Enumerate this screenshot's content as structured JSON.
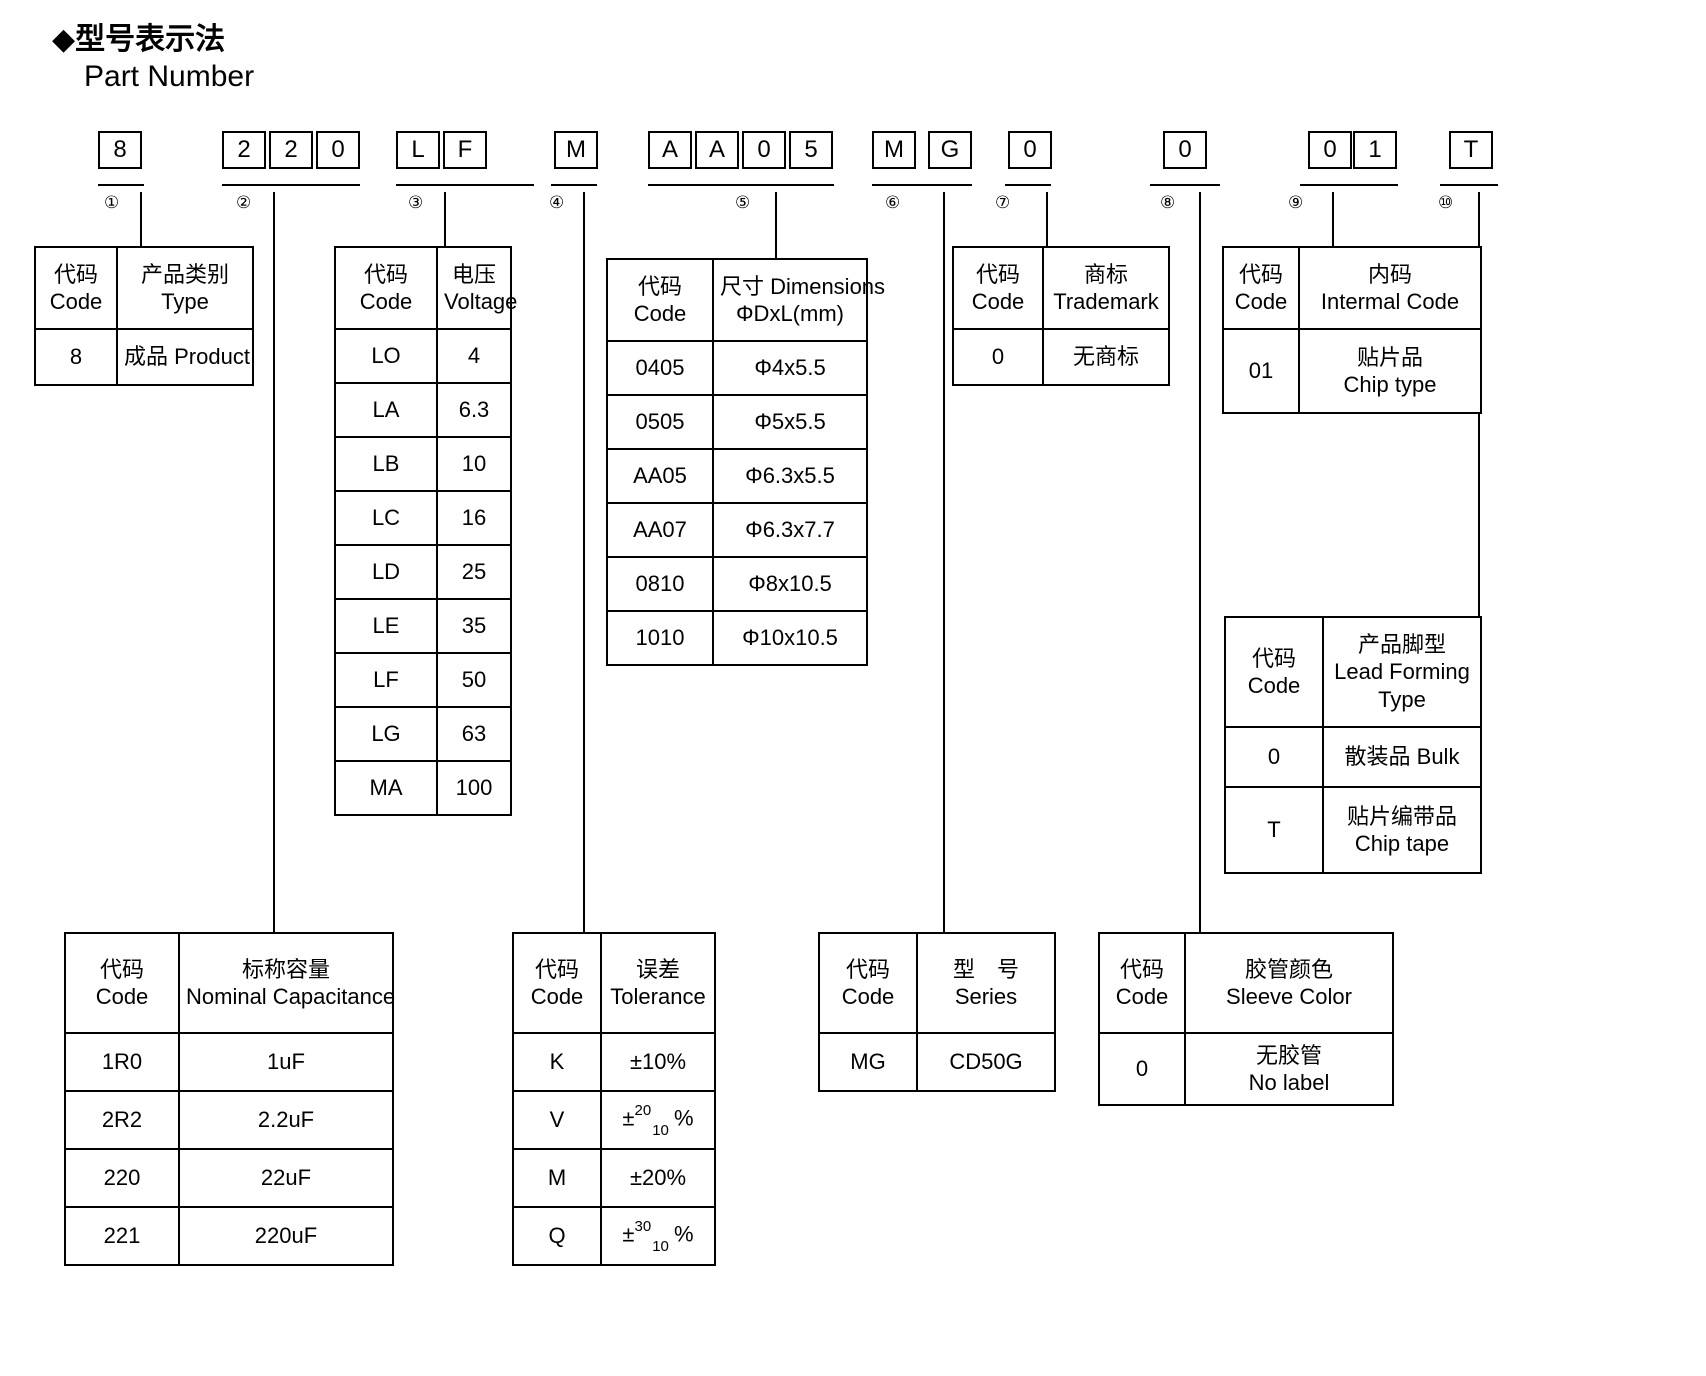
{
  "heading": {
    "cn": "◆型号表示法",
    "en": "Part Number"
  },
  "part_number": {
    "groups": [
      {
        "index": "①",
        "chars": [
          "8"
        ]
      },
      {
        "index": "②",
        "chars": [
          "2",
          "2",
          "0"
        ]
      },
      {
        "index": "③",
        "chars": [
          "L",
          "F"
        ]
      },
      {
        "index": "④",
        "chars": [
          "M"
        ]
      },
      {
        "index": "⑤",
        "chars": [
          "A",
          "A",
          "0",
          "5"
        ]
      },
      {
        "index": "⑥",
        "chars": [
          "M",
          "G"
        ]
      },
      {
        "index": "⑦",
        "chars": [
          "0"
        ]
      },
      {
        "index": "⑧",
        "chars": [
          "0"
        ]
      },
      {
        "index": "⑨",
        "chars": [
          "0",
          "1"
        ]
      },
      {
        "index": "⑩",
        "chars": [
          "T"
        ]
      }
    ]
  },
  "tables": {
    "type": {
      "header": {
        "code_cn": "代码",
        "code_en": "Code",
        "label_cn": "产品类别",
        "label_en": "Type"
      },
      "rows": [
        {
          "code": "8",
          "value": "成品 Product"
        }
      ]
    },
    "voltage": {
      "header": {
        "code_cn": "代码",
        "code_en": "Code",
        "label_cn": "电压",
        "label_en": "Voltage"
      },
      "rows": [
        {
          "code": "LO",
          "value": "4"
        },
        {
          "code": "LA",
          "value": "6.3"
        },
        {
          "code": "LB",
          "value": "10"
        },
        {
          "code": "LC",
          "value": "16"
        },
        {
          "code": "LD",
          "value": "25"
        },
        {
          "code": "LE",
          "value": "35"
        },
        {
          "code": "LF",
          "value": "50"
        },
        {
          "code": "LG",
          "value": "63"
        },
        {
          "code": "MA",
          "value": "100"
        }
      ]
    },
    "dimensions": {
      "header": {
        "code_cn": "代码",
        "code_en": "Code",
        "label_cn": "尺寸 Dimensions",
        "label_en": "ΦDxL(mm)"
      },
      "rows": [
        {
          "code": "0405",
          "value": "Φ4x5.5"
        },
        {
          "code": "0505",
          "value": "Φ5x5.5"
        },
        {
          "code": "AA05",
          "value": "Φ6.3x5.5"
        },
        {
          "code": "AA07",
          "value": "Φ6.3x7.7"
        },
        {
          "code": "0810",
          "value": "Φ8x10.5"
        },
        {
          "code": "1010",
          "value": "Φ10x10.5"
        }
      ]
    },
    "trademark": {
      "header": {
        "code_cn": "代码",
        "code_en": "Code",
        "label_cn": "商标",
        "label_en": "Trademark"
      },
      "rows": [
        {
          "code": "0",
          "value": "无商标"
        }
      ]
    },
    "internal_code": {
      "header": {
        "code_cn": "代码",
        "code_en": "Code",
        "label_cn": "内码",
        "label_en": "Intermal Code"
      },
      "rows": [
        {
          "code": "01",
          "value_cn": "贴片品",
          "value_en": "Chip type"
        }
      ]
    },
    "lead_forming": {
      "header": {
        "code_cn": "代码",
        "code_en": "Code",
        "label_cn": "产品脚型",
        "label_en1": "Lead Forming",
        "label_en2": "Type"
      },
      "rows": [
        {
          "code": "0",
          "value_cn": "散装品 Bulk",
          "value_en": ""
        },
        {
          "code": "T",
          "value_cn": "贴片编带品",
          "value_en": "Chip tape"
        }
      ]
    },
    "capacitance": {
      "header": {
        "code_cn": "代码",
        "code_en": "Code",
        "label_cn": "标称容量",
        "label_en": "Nominal Capacitance"
      },
      "rows": [
        {
          "code": "1R0",
          "value": "1uF"
        },
        {
          "code": "2R2",
          "value": "2.2uF"
        },
        {
          "code": "220",
          "value": "22uF"
        },
        {
          "code": "221",
          "value": "220uF"
        }
      ]
    },
    "tolerance": {
      "header": {
        "code_cn": "代码",
        "code_en": "Code",
        "label_cn": "误差",
        "label_en": "Tolerance"
      },
      "rows": [
        {
          "code": "K",
          "value": "±10%",
          "sup": "",
          "sub": "",
          "suffix": ""
        },
        {
          "code": "V",
          "value": "",
          "sup": "20",
          "sub": "10",
          "suffix": "%"
        },
        {
          "code": "M",
          "value": "±20%",
          "sup": "",
          "sub": "",
          "suffix": ""
        },
        {
          "code": "Q",
          "value": "",
          "sup": "30",
          "sub": "10",
          "suffix": "%"
        }
      ]
    },
    "series": {
      "header": {
        "code_cn": "代码",
        "code_en": "Code",
        "label_cn": "型　号",
        "label_en": "Series"
      },
      "rows": [
        {
          "code": "MG",
          "value": "CD50G"
        }
      ]
    },
    "sleeve_color": {
      "header": {
        "code_cn": "代码",
        "code_en": "Code",
        "label_cn": "胶管颜色",
        "label_en": "Sleeve Color"
      },
      "rows": [
        {
          "code": "0",
          "value_cn": "无胶管",
          "value_en": "No label"
        }
      ]
    }
  }
}
